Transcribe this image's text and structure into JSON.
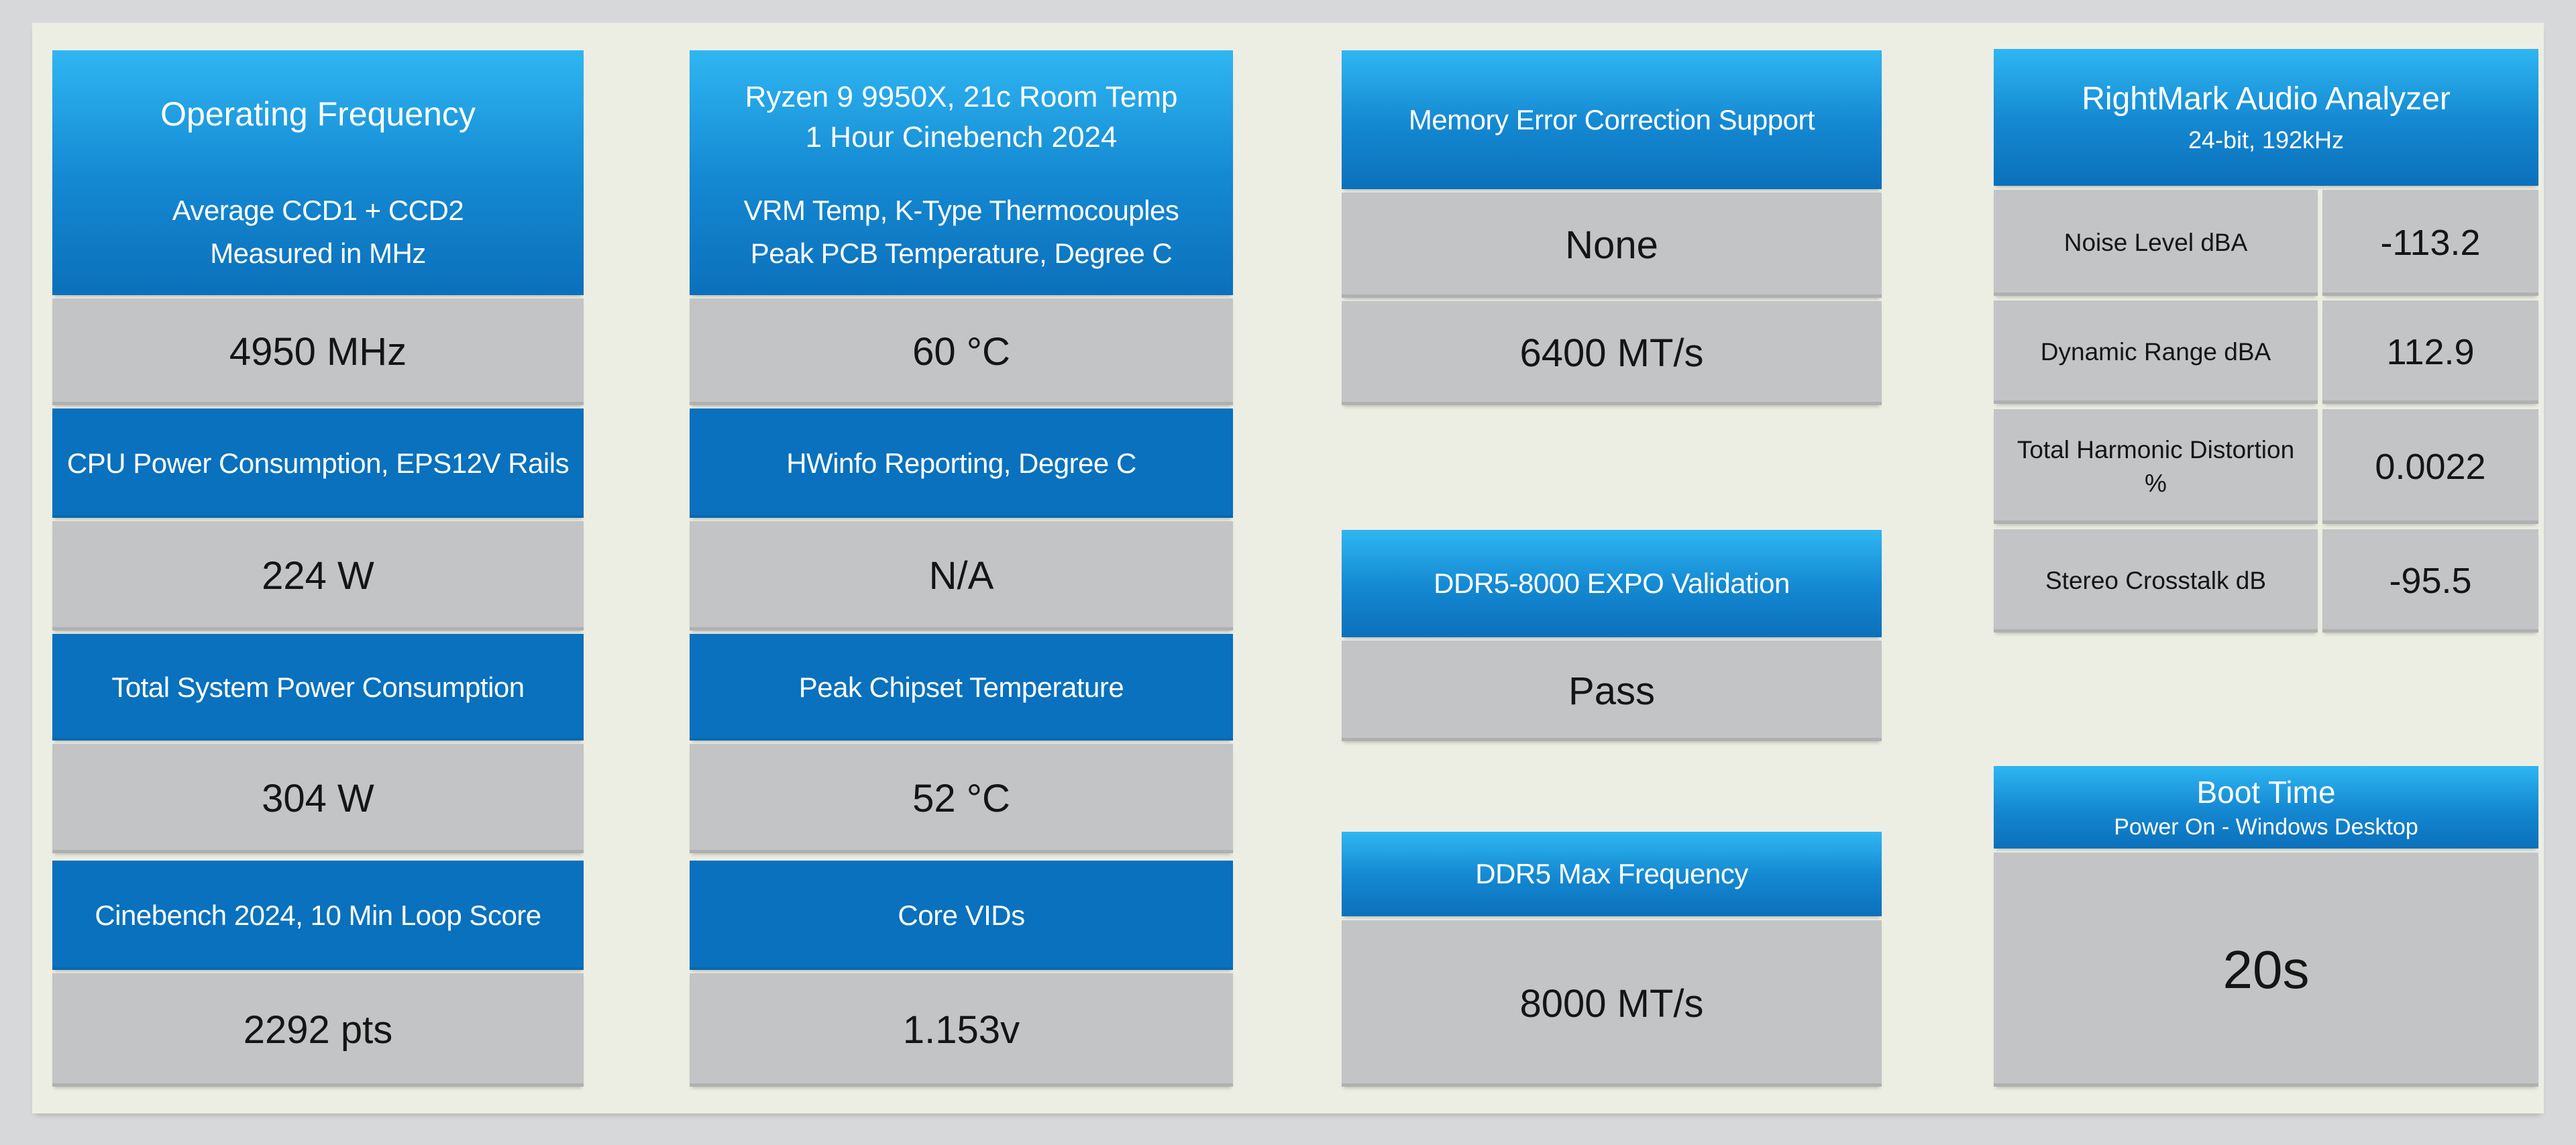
{
  "colors": {
    "page_background": "#d7d8d9",
    "panel_background": "#edeee3",
    "header_gradient_top": "#2fb6f2",
    "header_gradient_bottom": "#0c70bb",
    "section_blue": "#0971bd",
    "value_gray": "#c3c4c5",
    "header_text": "#ffffff",
    "value_text": "#151515"
  },
  "col1": {
    "title": "Operating Frequency",
    "subtitle1": "Average CCD1 + CCD2",
    "subtitle2": "Measured in MHz",
    "value1": "4950 MHz",
    "section2": "CPU Power Consumption, EPS12V Rails",
    "value2": "224 W",
    "section3": "Total System Power Consumption",
    "value3": "304 W",
    "section4": "Cinebench 2024, 10 Min Loop Score",
    "value4": "2292 pts"
  },
  "col2": {
    "title1": "Ryzen 9 9950X, 21c Room Temp",
    "title2": "1 Hour Cinebench 2024",
    "subtitle1": "VRM Temp, K-Type Thermocouples",
    "subtitle2": "Peak PCB Temperature, Degree C",
    "value1": "60 °C",
    "section2": "HWinfo Reporting, Degree C",
    "value2": "N/A",
    "section3": "Peak Chipset Temperature",
    "value3": "52 °C",
    "section4": "Core VIDs",
    "value4": "1.153v"
  },
  "col3": {
    "header": "Memory Error Correction Support",
    "value1": "None",
    "value2": "6400 MT/s",
    "header2": "DDR5-8000 EXPO Validation",
    "value3": "Pass",
    "header3": "DDR5 Max Frequency",
    "value4": "8000 MT/s"
  },
  "col4": {
    "title": "RightMark Audio Analyzer",
    "subtitle": "24-bit, 192kHz",
    "rows": [
      {
        "label": "Noise Level dBA",
        "value": "-113.2"
      },
      {
        "label": "Dynamic Range dBA",
        "value": "112.9"
      },
      {
        "label": "Total Harmonic Distortion %",
        "value": "0.0022"
      },
      {
        "label": "Stereo Crosstalk dB",
        "value": "-95.5"
      }
    ],
    "boot_title": "Boot Time",
    "boot_subtitle": "Power On - Windows Desktop",
    "boot_value": "20s"
  },
  "chart_data": {
    "type": "table",
    "sections": [
      {
        "column": 1,
        "header": "Operating Frequency",
        "subheader": "Average CCD1 + CCD2 Measured in MHz",
        "value": "4950 MHz"
      },
      {
        "column": 1,
        "header": "CPU Power Consumption, EPS12V Rails",
        "value": "224 W"
      },
      {
        "column": 1,
        "header": "Total System Power Consumption",
        "value": "304 W"
      },
      {
        "column": 1,
        "header": "Cinebench 2024, 10 Min Loop Score",
        "value": "2292 pts"
      },
      {
        "column": 2,
        "header": "Ryzen 9 9950X, 21c Room Temp, 1 Hour Cinebench 2024",
        "subheader": "VRM Temp, K-Type Thermocouples, Peak PCB Temperature, Degree C",
        "value": "60 °C"
      },
      {
        "column": 2,
        "header": "HWinfo Reporting, Degree C",
        "value": "N/A"
      },
      {
        "column": 2,
        "header": "Peak Chipset Temperature",
        "value": "52 °C"
      },
      {
        "column": 2,
        "header": "Core VIDs",
        "value": "1.153v"
      },
      {
        "column": 3,
        "header": "Memory Error Correction Support",
        "values": [
          "None",
          "6400 MT/s"
        ]
      },
      {
        "column": 3,
        "header": "DDR5-8000 EXPO Validation",
        "value": "Pass"
      },
      {
        "column": 3,
        "header": "DDR5 Max Frequency",
        "value": "8000 MT/s"
      },
      {
        "column": 4,
        "header": "RightMark Audio Analyzer",
        "subheader": "24-bit, 192kHz",
        "rows": [
          [
            "Noise Level dBA",
            "-113.2"
          ],
          [
            "Dynamic Range dBA",
            "112.9"
          ],
          [
            "Total Harmonic Distortion %",
            "0.0022"
          ],
          [
            "Stereo Crosstalk dB",
            "-95.5"
          ]
        ]
      },
      {
        "column": 4,
        "header": "Boot Time",
        "subheader": "Power On - Windows Desktop",
        "value": "20s"
      }
    ]
  }
}
